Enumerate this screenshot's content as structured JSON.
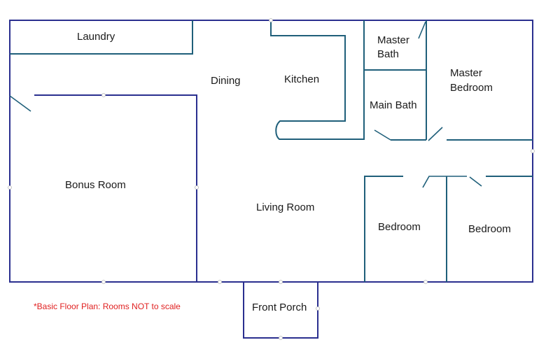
{
  "rooms": {
    "laundry": "Laundry",
    "dining": "Dining",
    "kitchen": "Kitchen",
    "master_bath_line1": "Master",
    "master_bath_line2": "Bath",
    "master_bedroom_line1": "Master",
    "master_bedroom_line2": "Bedroom",
    "main_bath": "Main Bath",
    "bonus_room": "Bonus Room",
    "living_room": "Living Room",
    "bedroom_1": "Bedroom",
    "bedroom_2": "Bedroom",
    "front_porch": "Front Porch"
  },
  "note": {
    "text": "*Basic Floor Plan: Rooms NOT to scale",
    "color": "#e02020"
  },
  "colors": {
    "outer_wall": "#2a2f8f",
    "inner_wall": "#1f5f7a"
  }
}
